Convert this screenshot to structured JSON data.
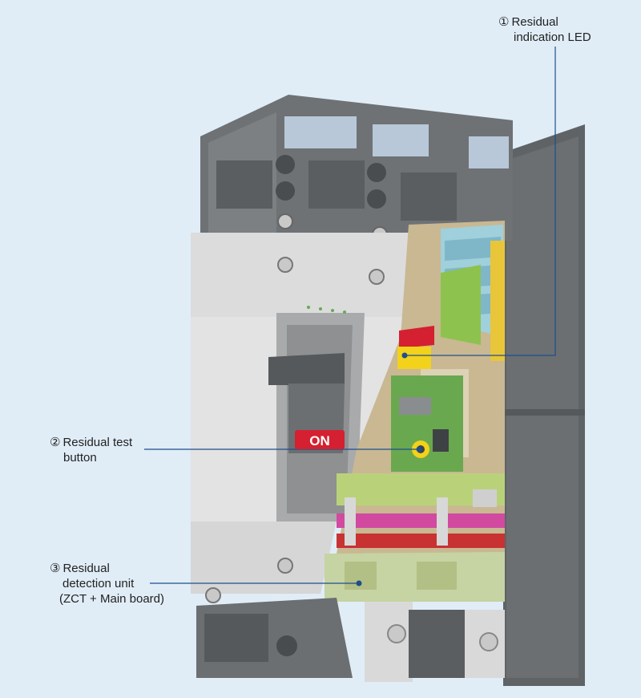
{
  "callouts": [
    {
      "number": "①",
      "line1": "Residual",
      "line2": "indication LED"
    },
    {
      "number": "②",
      "line1": "Residual test",
      "line2": "button"
    },
    {
      "number": "③",
      "line1": "Residual",
      "line2": "detection unit",
      "line3": "(ZCT + Main board)"
    }
  ],
  "device": {
    "switch_label": "ON"
  },
  "colors": {
    "background": "#e0edf7",
    "leader_line": "#1f4e8c",
    "housing_dark": "#5f6366",
    "housing_light": "#dcdcdc",
    "switch_label_bg": "#d42030",
    "led_yellow": "#f2d21a",
    "board_green": "#6aa84f"
  }
}
